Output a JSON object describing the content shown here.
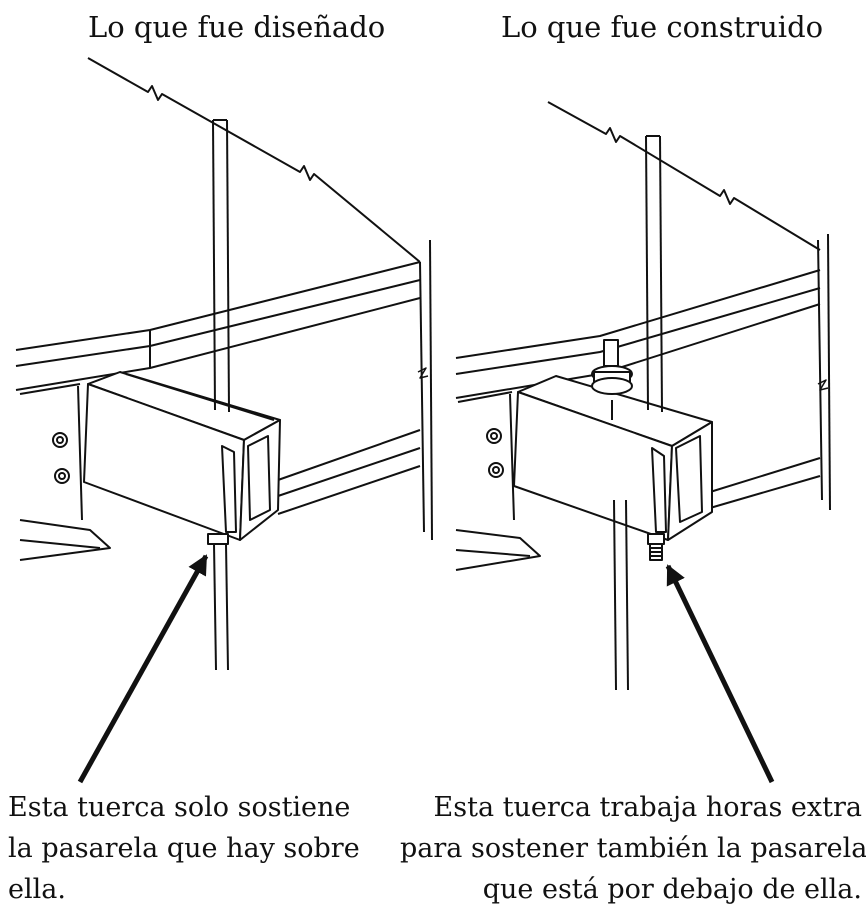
{
  "panels": [
    {
      "title": "Lo que fue diseñado"
    },
    {
      "title": "Lo que fue construido"
    }
  ],
  "captions": {
    "left": [
      "Esta tuerca solo sostiene",
      "la pasarela que hay sobre",
      "ella."
    ],
    "right": [
      "Esta tuerca trabaja horas extra",
      "para sostener también la pasarela",
      "que está por debajo de ella."
    ]
  },
  "colors": {
    "ink": "#111111",
    "paper": "#ffffff"
  }
}
